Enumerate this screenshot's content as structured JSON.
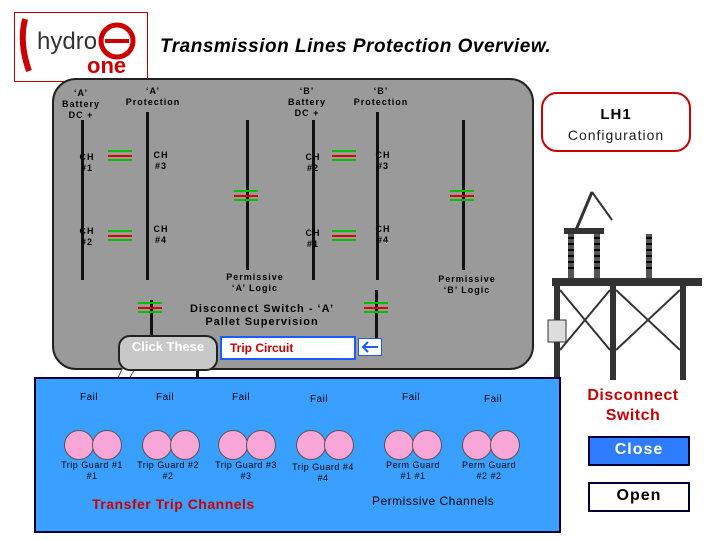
{
  "title": "Transmission Lines Protection Overview.",
  "logo": {
    "line1": "hydro",
    "line2": "one"
  },
  "panel": {
    "a_battery": "‘A’ Battery DC +",
    "a_protection": "‘A’ Protection",
    "b_battery": "‘B’ Battery DC +",
    "b_protection": "‘B’ Protection",
    "ch": {
      "a1": "CH #1",
      "a2": "CH #2",
      "a3": "CH #3",
      "a4": "CH #4",
      "b2": "CH #2",
      "b3": "CH #3",
      "b1": "CH #1",
      "b4": "CH #4"
    },
    "permissive_a": "Permissive ‘A’ Logic",
    "permissive_b": "Permissive ‘B’ Logic",
    "disconnect_supervision": "Disconnect Switch - ‘A’ Pallet Supervision"
  },
  "lh1": {
    "label": "LH1",
    "sub": "Configuration"
  },
  "click_button": "Click These",
  "trip_circuit": "Trip Circuit",
  "transfer_trip": {
    "fail_labels": [
      "Fail",
      "Fail",
      "Fail",
      "Fail"
    ],
    "guards": [
      "Trip Guard #1 #1",
      "Trip Guard #2 #2",
      "Trip Guard #3 #3",
      "Trip Guard #4 #4"
    ],
    "title": "Transfer Trip Channels"
  },
  "permissive": {
    "fail_labels": [
      "Fail",
      "Fail"
    ],
    "guards": [
      "Perm Guard #1 #1",
      "Perm Guard #2 #2"
    ],
    "title": "Permissive Channels"
  },
  "disconnect_switch": {
    "label": "Disconnect Switch",
    "close": "Close",
    "open": "Open"
  },
  "colors": {
    "panel": "#9a9a9a",
    "blue_panel": "#3aa0ff",
    "red_text": "#cc0000",
    "pink": "#f9a6d8"
  }
}
